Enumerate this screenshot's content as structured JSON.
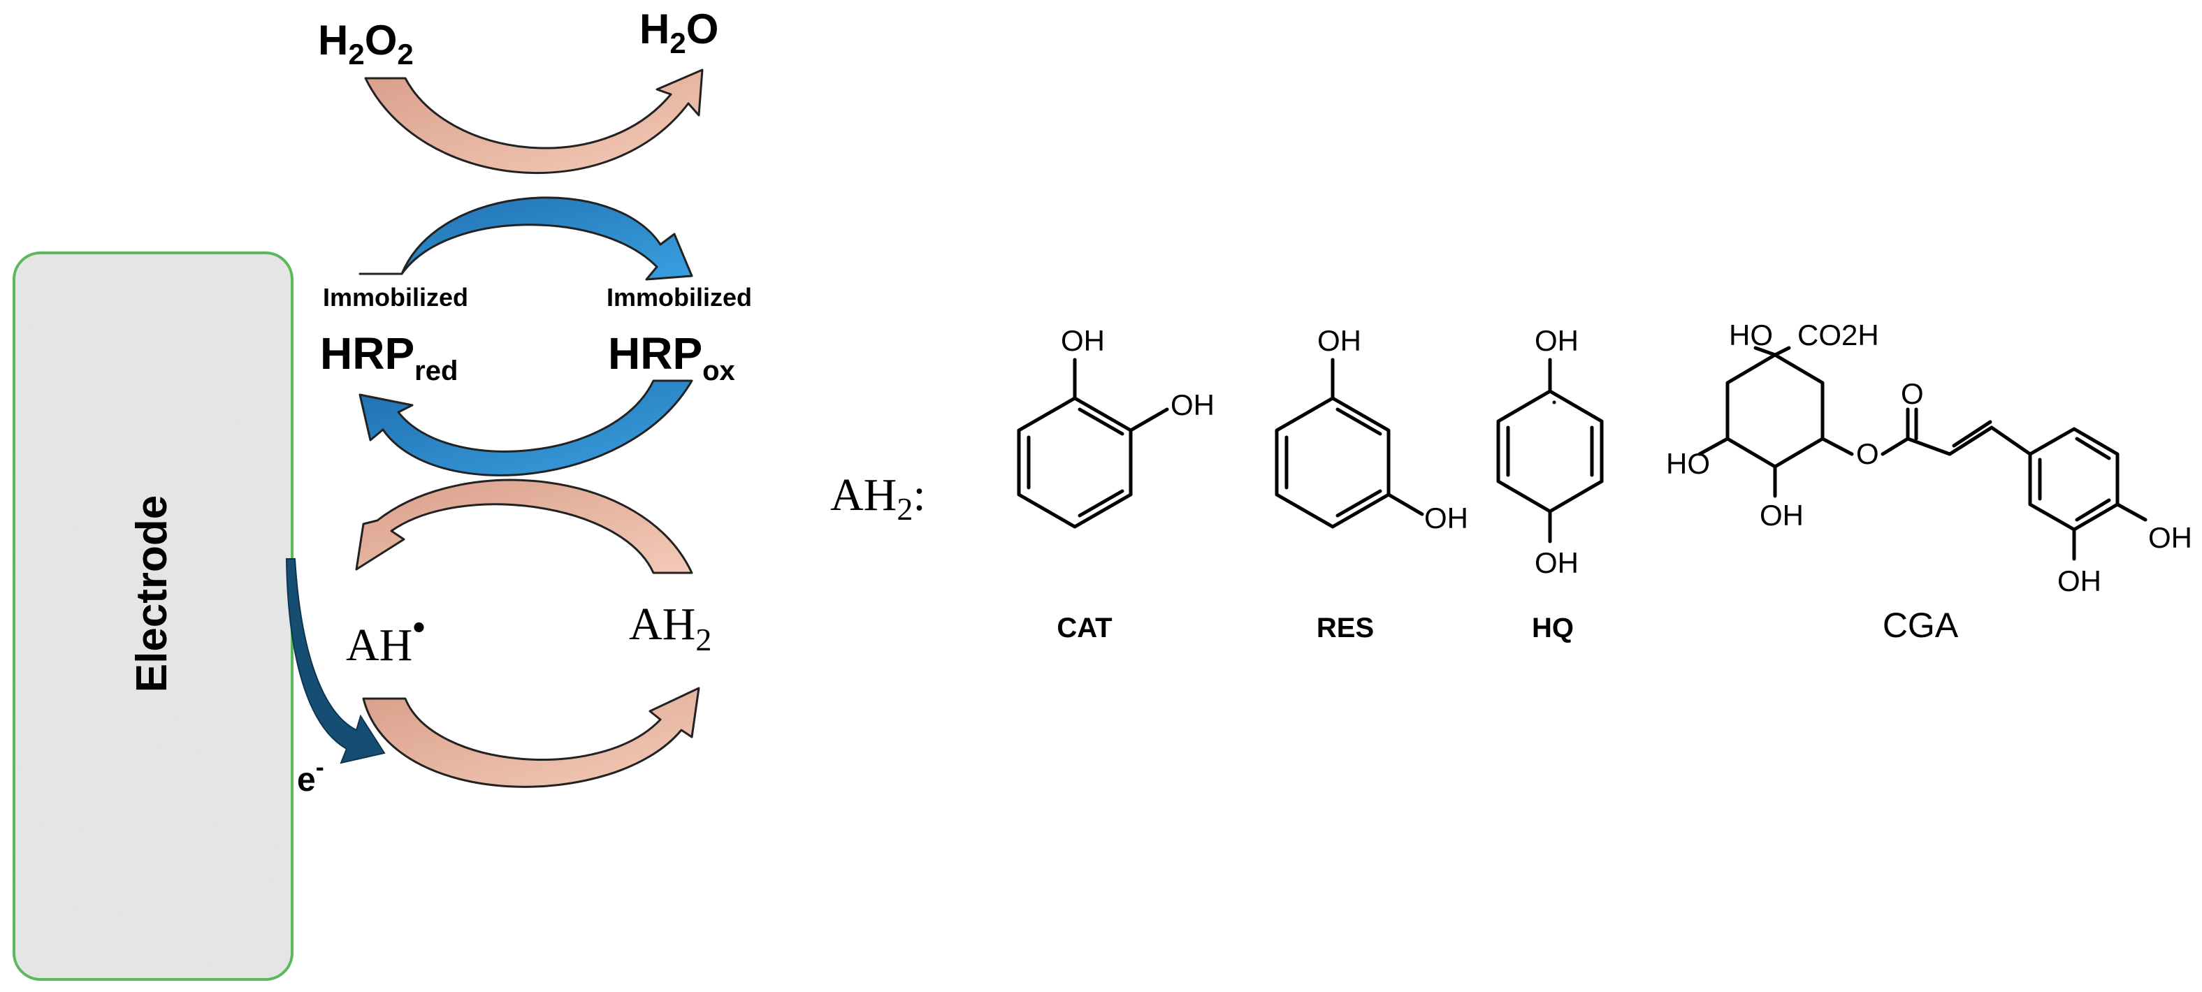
{
  "scheme": {
    "electrode_label": "Electrode",
    "peroxide": {
      "main": "H",
      "sub": "2",
      "main2": "O",
      "sub2": "2"
    },
    "water": {
      "main": "H",
      "sub": "2",
      "main2": "O"
    },
    "enzyme_reduced": {
      "prefix": "Immobilized",
      "main": "HRP",
      "sub": "red"
    },
    "enzyme_oxidized": {
      "prefix": "Immobilized",
      "main": "HRP",
      "sub": "ox"
    },
    "radical": {
      "main": "AH",
      "sup": "•"
    },
    "substrate": {
      "main": "AH",
      "sub": "2"
    },
    "electron": {
      "main": "e",
      "sup": "-"
    }
  },
  "substrates": {
    "heading": {
      "main": "AH",
      "sub": "2",
      "tail": ":"
    },
    "compounds": [
      {
        "abbr": "CAT",
        "groups": [
          "OH",
          "OH"
        ]
      },
      {
        "abbr": "RES",
        "groups": [
          "OH",
          "OH"
        ]
      },
      {
        "abbr": "HQ",
        "groups": [
          "OH",
          "OH"
        ]
      },
      {
        "abbr": "CGA",
        "groups": [
          "HO",
          "CO2H",
          "O",
          "HO",
          "OH",
          "O",
          "OH",
          "OH"
        ]
      }
    ]
  },
  "colors": {
    "electrode_fill": "#ececec",
    "electrode_border": "#5cb85c",
    "blue_arrow": "#1a78c2",
    "peach_arrow": "#e8b49f",
    "dark_arrow": "#164e73"
  }
}
